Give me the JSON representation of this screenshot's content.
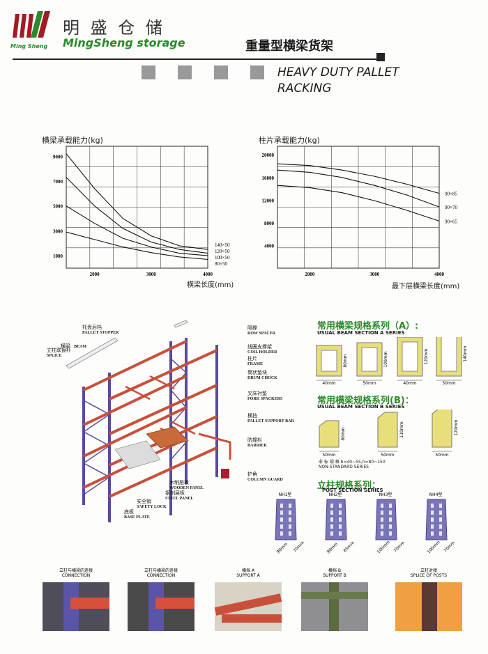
{
  "header": {
    "brand_cn": "明 盛 仓 储",
    "brand_en": "MingSheng storage",
    "logo_caption": "Ming Sheng",
    "title_cn": "重量型横梁货架",
    "title_en_1": "HEAVY DUTY PALLET",
    "title_en_2": "RACKING",
    "accent_color": "#2a8a2a",
    "logo_color": "#a31a22"
  },
  "chart_data": [
    {
      "type": "line",
      "title": "横梁承载能力(kg)",
      "xlabel": "横梁长度(mm)",
      "ylabel": "横梁承载能力(kg)",
      "x_ticks": [
        "2000",
        "3000",
        "4000"
      ],
      "y_ticks": [
        "9000",
        "7000",
        "5000",
        "3000",
        "1000"
      ],
      "xlim": [
        1500,
        4000
      ],
      "ylim": [
        0,
        9800
      ],
      "series": [
        {
          "name": "140×50",
          "x": [
            1500,
            2000,
            2500,
            3000,
            3500,
            4000
          ],
          "y": [
            9200,
            6400,
            4000,
            2600,
            1800,
            1500
          ]
        },
        {
          "name": "120×50",
          "x": [
            1500,
            2000,
            2500,
            3000,
            3500,
            4000
          ],
          "y": [
            7300,
            5000,
            3200,
            2100,
            1500,
            1200
          ]
        },
        {
          "name": "100×50",
          "x": [
            1500,
            2000,
            2500,
            3000,
            3500,
            4000
          ],
          "y": [
            5000,
            3600,
            2400,
            1700,
            1200,
            1000
          ]
        },
        {
          "name": "80×50",
          "x": [
            1500,
            2000,
            2500,
            3000,
            3500,
            4000
          ],
          "y": [
            2900,
            2300,
            1700,
            1250,
            900,
            700
          ]
        }
      ]
    },
    {
      "type": "line",
      "title": "柱片承载能力(kg)",
      "xlabel": "最下层横梁长度(mm)",
      "ylabel": "柱片承载能力(kg)",
      "x_ticks": [
        "2000",
        "3000",
        "4000"
      ],
      "y_ticks": [
        "20000",
        "16000",
        "12000",
        "8000",
        "4000"
      ],
      "xlim": [
        1500,
        4000
      ],
      "ylim": [
        0,
        21500
      ],
      "series": [
        {
          "name": "90×85",
          "x": [
            1500,
            2000,
            2500,
            3000,
            3500,
            4000
          ],
          "y": [
            18400,
            18100,
            17300,
            16200,
            14800,
            13200
          ]
        },
        {
          "name": "90×70",
          "x": [
            1500,
            2000,
            2500,
            3000,
            3500,
            4000
          ],
          "y": [
            17300,
            16900,
            16000,
            14600,
            12900,
            10800
          ]
        },
        {
          "name": "90×65",
          "x": [
            1500,
            2000,
            2500,
            3000,
            3500,
            4000
          ],
          "y": [
            14600,
            14200,
            13300,
            11900,
            10200,
            8300
          ]
        }
      ]
    }
  ],
  "rack_labels": [
    {
      "cn": "托盘后档",
      "en": "PALLET STOPPER"
    },
    {
      "cn": "横梁",
      "en": "BEAM"
    },
    {
      "cn": "立柱联接杆",
      "en": "SPLICE"
    },
    {
      "cn": "隔撑",
      "en": "ROW SPACER"
    },
    {
      "cn": "线圈支撑架",
      "en": "COIL HOLDER"
    },
    {
      "cn": "柱片",
      "en": "FRAME"
    },
    {
      "cn": "筒状垫块",
      "en": "DRUM CHOCK"
    },
    {
      "cn": "叉床衬垫",
      "en": "FORK SPACKERS"
    },
    {
      "cn": "横挡",
      "en": "PALLET SUPPORT BAR"
    },
    {
      "cn": "防撞栏",
      "en": "BARRIER"
    },
    {
      "cn": "护角",
      "en": "COLUMN GUARD"
    },
    {
      "cn": "木制层板",
      "en": "WOODEN PANEL"
    },
    {
      "cn": "钢制层板",
      "en": "STEEL PANEL"
    },
    {
      "cn": "安全销",
      "en": "SAFETY LOCK"
    },
    {
      "cn": "底板",
      "en": "BASE PLATE"
    }
  ],
  "beam_a": {
    "title_cn": "常用横梁规格系列（A）:",
    "title_en": "USUAL BEAM SECTION A SERIES",
    "items": [
      {
        "w": "40mm",
        "h": "80mm"
      },
      {
        "w": "50mm",
        "h": "100mm"
      },
      {
        "w": "40mm",
        "h": "120mm"
      },
      {
        "w": "50mm",
        "h": "140mm"
      }
    ]
  },
  "beam_b": {
    "title_cn": "常用横梁规格系列(B)：",
    "title_en": "USUAL BEAM SECTION B SERIES",
    "items": [
      {
        "w": "50mm",
        "h": "80mm"
      },
      {
        "w": "50mm",
        "h": "110mm"
      },
      {
        "w": "50mm",
        "h": "120mm"
      }
    ],
    "note_cn": "非 标 规 格",
    "note_range": "b=40~55,h=80~150",
    "note_en": "NON-STANDARD SERIES"
  },
  "post": {
    "title_cn": "立柱规格系列：",
    "title_en": "POST SECTION SERIES",
    "items": [
      {
        "name": "NH1型",
        "d1": "90mm",
        "d2": "70mm"
      },
      {
        "name": "NH2型",
        "d1": "90mm",
        "d2": "85mm"
      },
      {
        "name": "NH3型",
        "d1": "100mm",
        "d2": "70mm"
      },
      {
        "name": "NH4型",
        "d1": "100mm",
        "d2": "70mm"
      }
    ]
  },
  "photos": [
    {
      "cn": "立柱与横梁的连接",
      "en": "CONNECTION"
    },
    {
      "cn": "立柱与横梁的连接",
      "en": "CONNECTION"
    },
    {
      "cn": "横挡 A",
      "en": "SUPPORT A"
    },
    {
      "cn": "横挡 B",
      "en": "SUPPORT B"
    },
    {
      "cn": "立柱对接",
      "en": "SPLICE OF POSTS"
    }
  ]
}
